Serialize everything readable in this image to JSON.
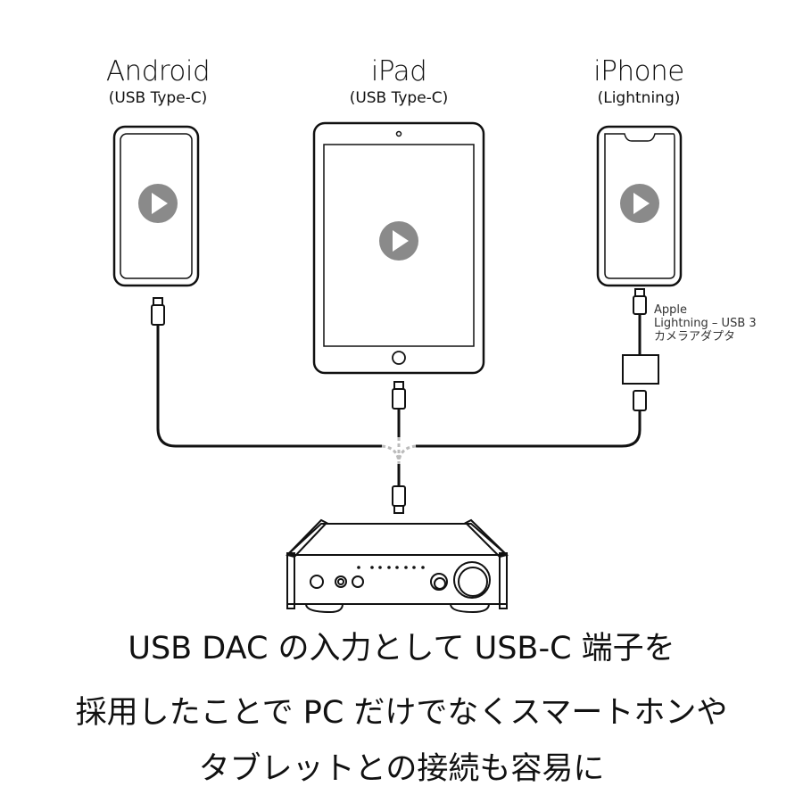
{
  "devices": [
    {
      "name": "Android",
      "connector": "(USB Type-C)"
    },
    {
      "name": "iPad",
      "connector": "(USB Type-C)"
    },
    {
      "name": "iPhone",
      "connector": "(Lightning)"
    }
  ],
  "adapter": {
    "line1": "Apple",
    "line2": "Lightning – USB 3",
    "line3": "カメラアダプタ"
  },
  "caption": [
    "USB DAC の入力として USB-C 端子を",
    "採用したことで PC だけでなくスマートホンや",
    "タブレットとの接続も容易に"
  ],
  "colors": {
    "play": "#8a8a8a",
    "line": "#111111",
    "junction": "#bbbbbb"
  }
}
